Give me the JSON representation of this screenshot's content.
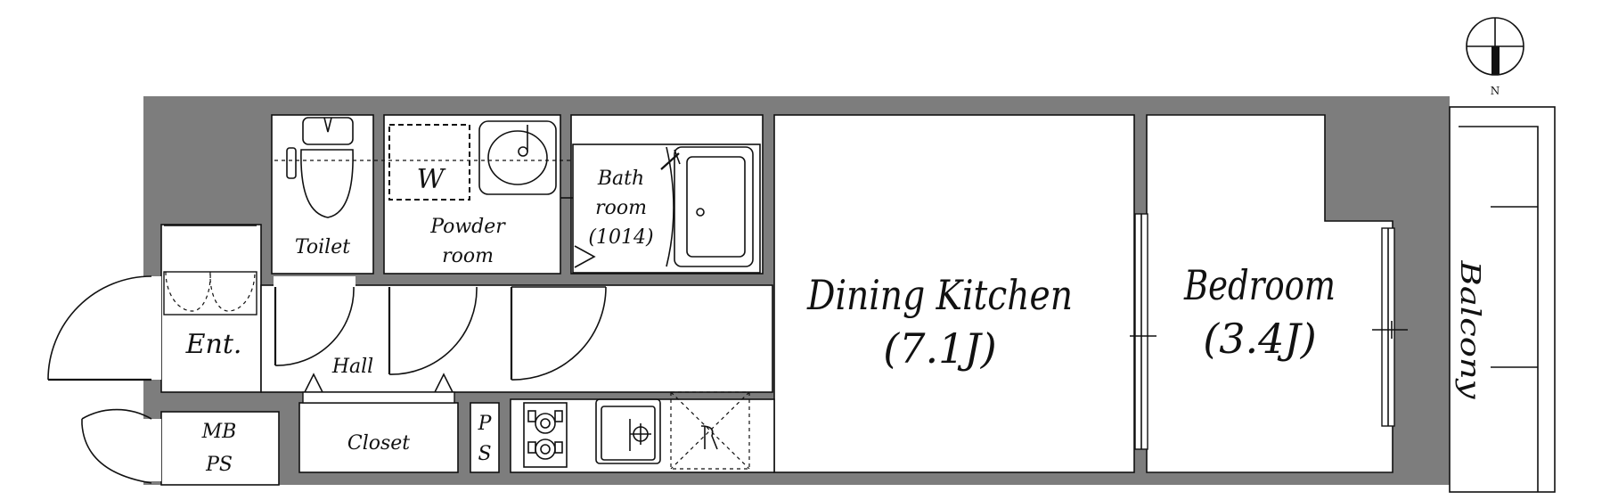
{
  "labels": {
    "toilet": "Toilet",
    "washer": "W",
    "powder_line1": "Powder",
    "powder_line2": "room",
    "bath_line1": "Bath",
    "bath_line2": "room",
    "bath_line3": "(1014)",
    "entrance": "Ent.",
    "hall": "Hall",
    "closet": "Closet",
    "mbps_line1": "MB",
    "mbps_line2": "PS",
    "ps_line1": "P",
    "ps_line2": "S",
    "dining_name": "Dining Kitchen",
    "dining_size": "(7.1J)",
    "bedroom_name": "Bedroom",
    "bedroom_size": "(3.4J)",
    "balcony": "Balcony",
    "north": "N"
  },
  "colors": {
    "wall": "#7d7d7d",
    "line": "#111111",
    "background": "#ffffff"
  },
  "icons": {
    "compass": "north-arrow-icon",
    "stove": "gas-stove-icon",
    "sink": "kitchen-sink-icon",
    "fridge": "refrigerator-space-icon",
    "toilet": "toilet-icon",
    "basin": "wash-basin-icon",
    "tub": "bathtub-icon"
  }
}
